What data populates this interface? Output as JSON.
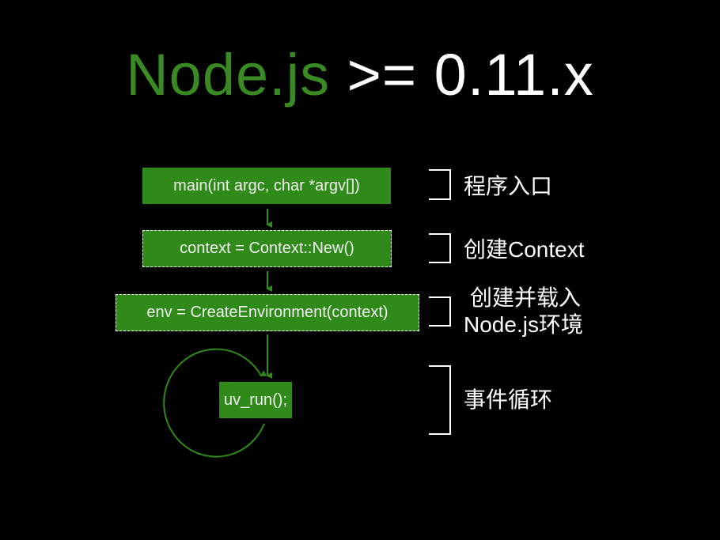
{
  "title": {
    "green": "Node.js",
    "white": " >= 0.11.x"
  },
  "steps": [
    {
      "code": "main(int argc, char *argv[])",
      "label": "程序入口"
    },
    {
      "code": "context = Context::New()",
      "label": "创建Context"
    },
    {
      "code": "env = CreateEnvironment(context)",
      "label_line1": "创建并载入",
      "label_line2": "Node.js环境"
    },
    {
      "code": "uv_run();",
      "label": "事件循环"
    }
  ],
  "colors": {
    "green": "#2f8a1a",
    "title_green": "#3a8a23"
  }
}
